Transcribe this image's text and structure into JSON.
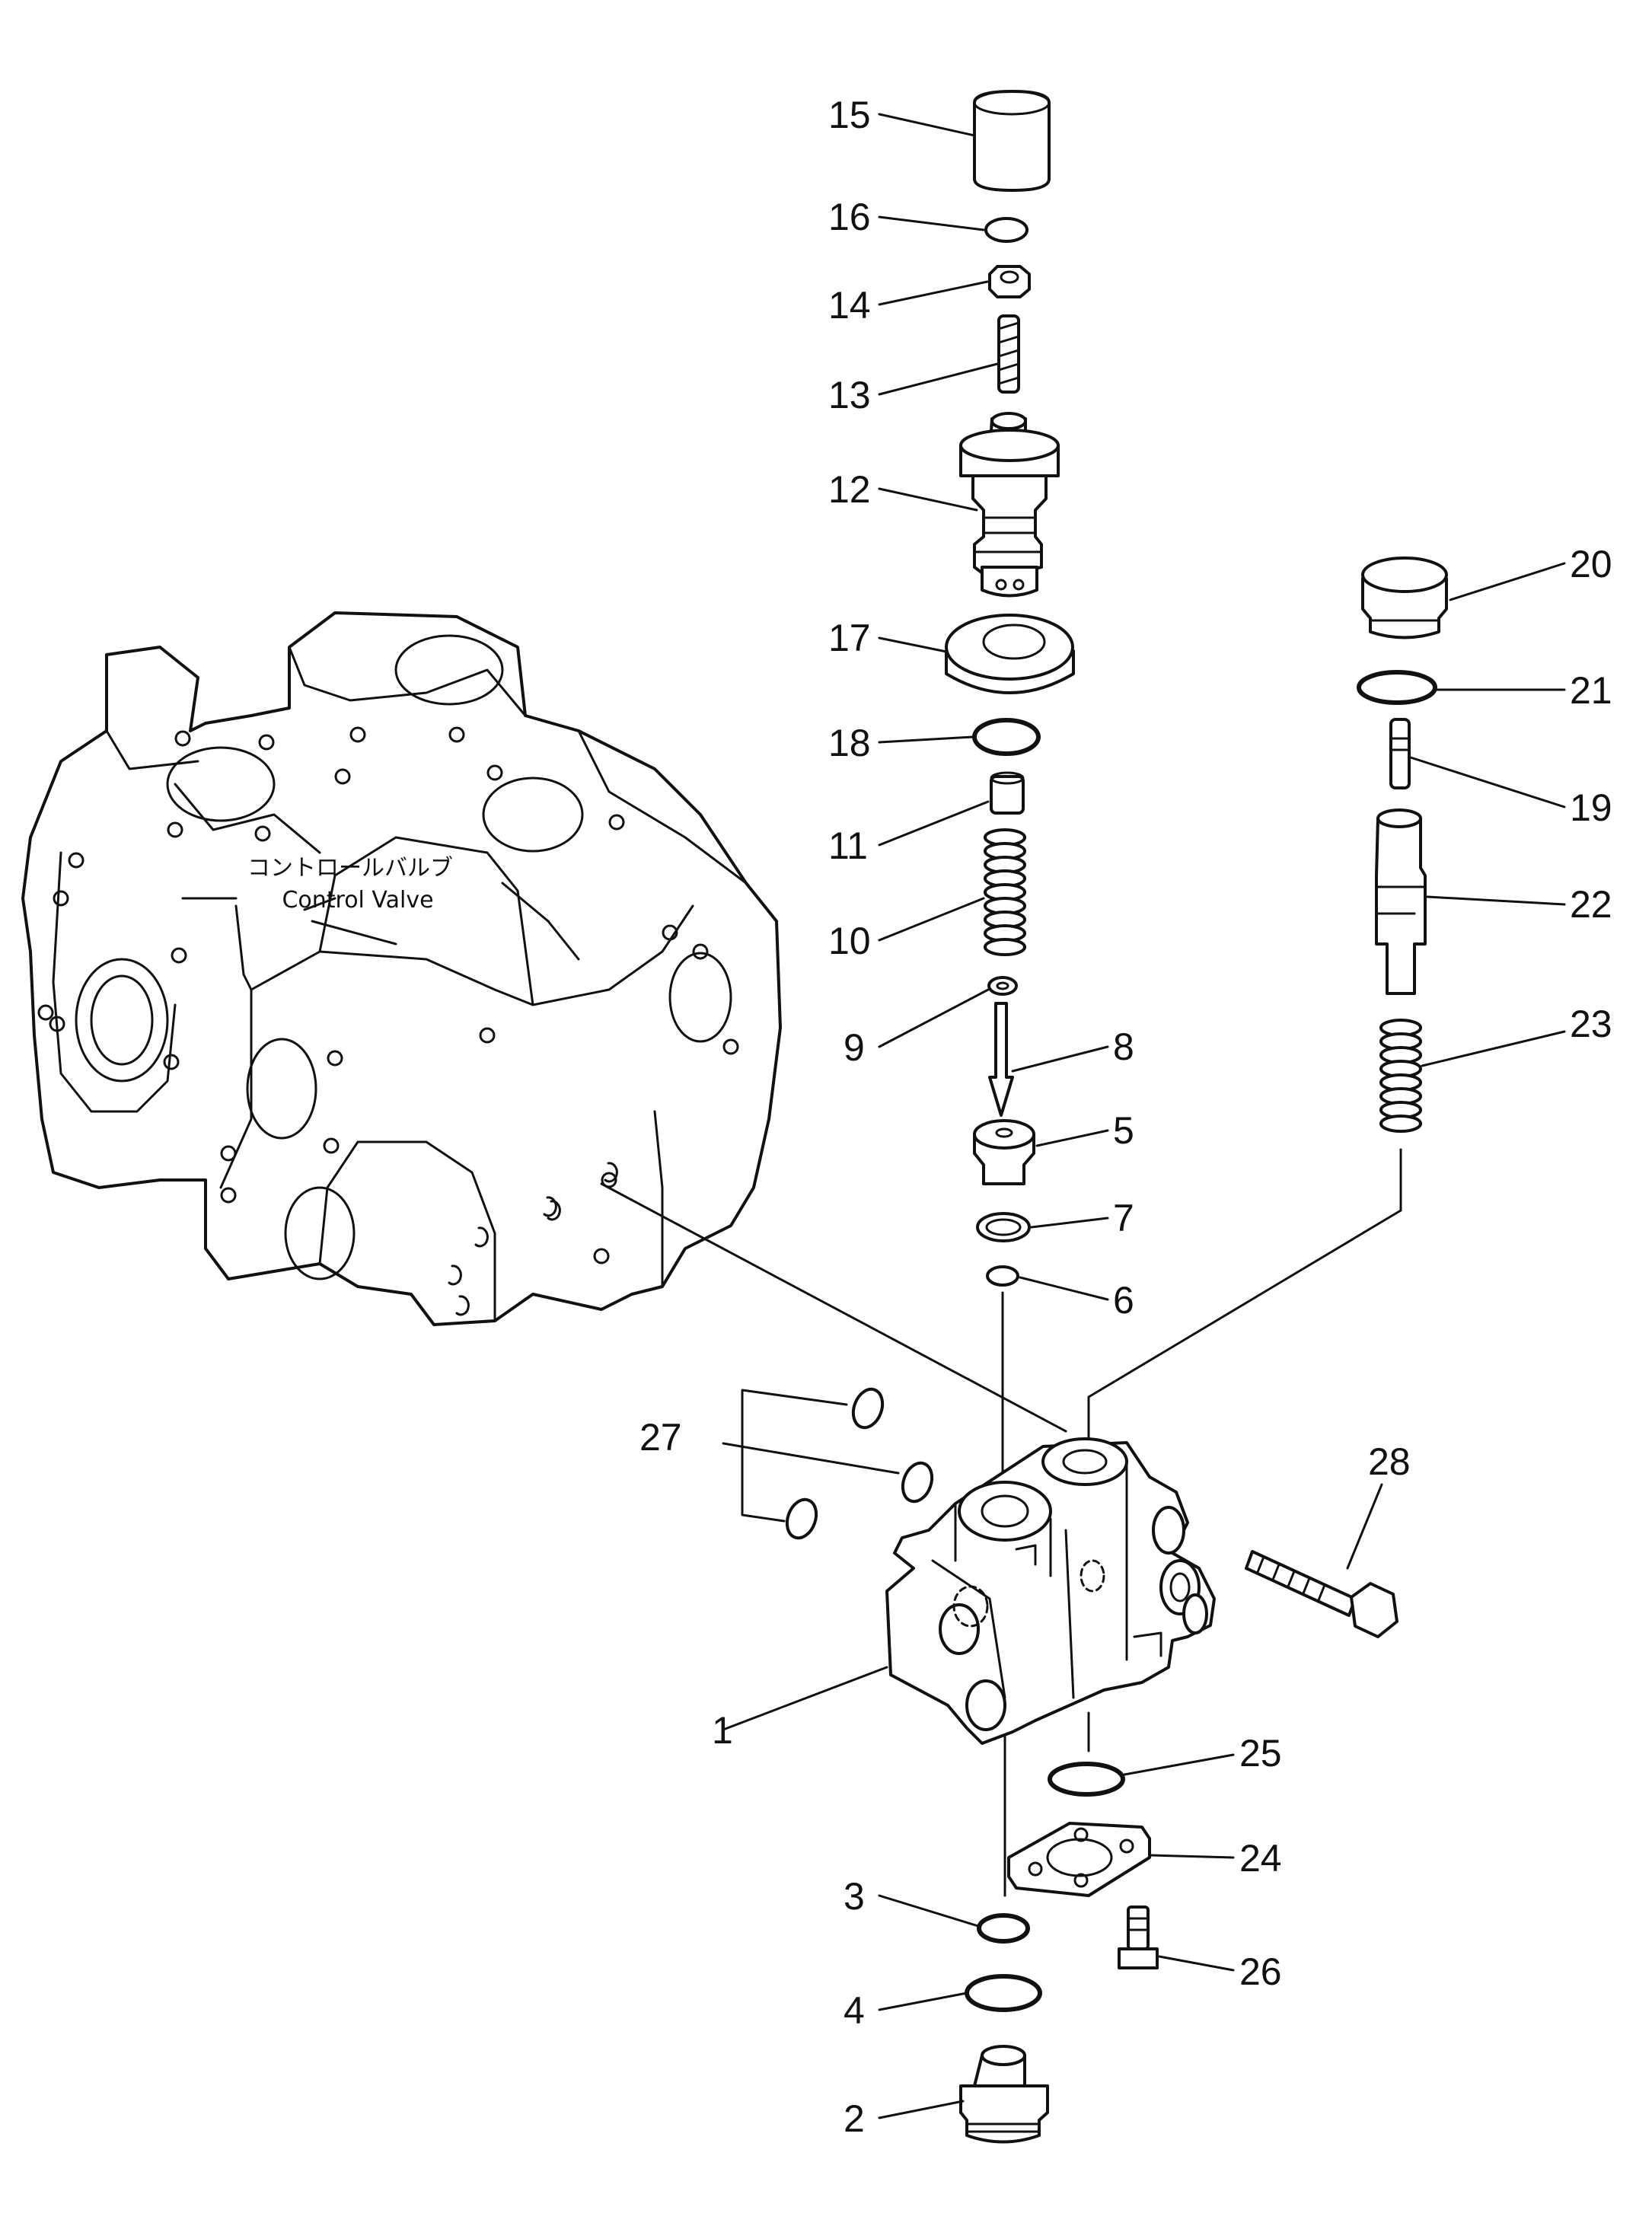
{
  "housing": {
    "label_jp": "コントロールバルブ",
    "label_en": "Control Valve"
  },
  "callouts": [
    {
      "id": "1",
      "label": "1"
    },
    {
      "id": "2",
      "label": "2"
    },
    {
      "id": "3",
      "label": "3"
    },
    {
      "id": "4",
      "label": "4"
    },
    {
      "id": "5",
      "label": "5"
    },
    {
      "id": "6",
      "label": "6"
    },
    {
      "id": "7",
      "label": "7"
    },
    {
      "id": "8",
      "label": "8"
    },
    {
      "id": "9",
      "label": "9"
    },
    {
      "id": "10",
      "label": "10"
    },
    {
      "id": "11",
      "label": "11"
    },
    {
      "id": "12",
      "label": "12"
    },
    {
      "id": "13",
      "label": "13"
    },
    {
      "id": "14",
      "label": "14"
    },
    {
      "id": "15",
      "label": "15"
    },
    {
      "id": "16",
      "label": "16"
    },
    {
      "id": "17",
      "label": "17"
    },
    {
      "id": "18",
      "label": "18"
    },
    {
      "id": "19",
      "label": "19"
    },
    {
      "id": "20",
      "label": "20"
    },
    {
      "id": "21",
      "label": "21"
    },
    {
      "id": "22",
      "label": "22"
    },
    {
      "id": "23",
      "label": "23"
    },
    {
      "id": "24",
      "label": "24"
    },
    {
      "id": "25",
      "label": "25"
    },
    {
      "id": "26",
      "label": "26"
    },
    {
      "id": "27",
      "label": "27"
    },
    {
      "id": "28",
      "label": "28"
    }
  ]
}
